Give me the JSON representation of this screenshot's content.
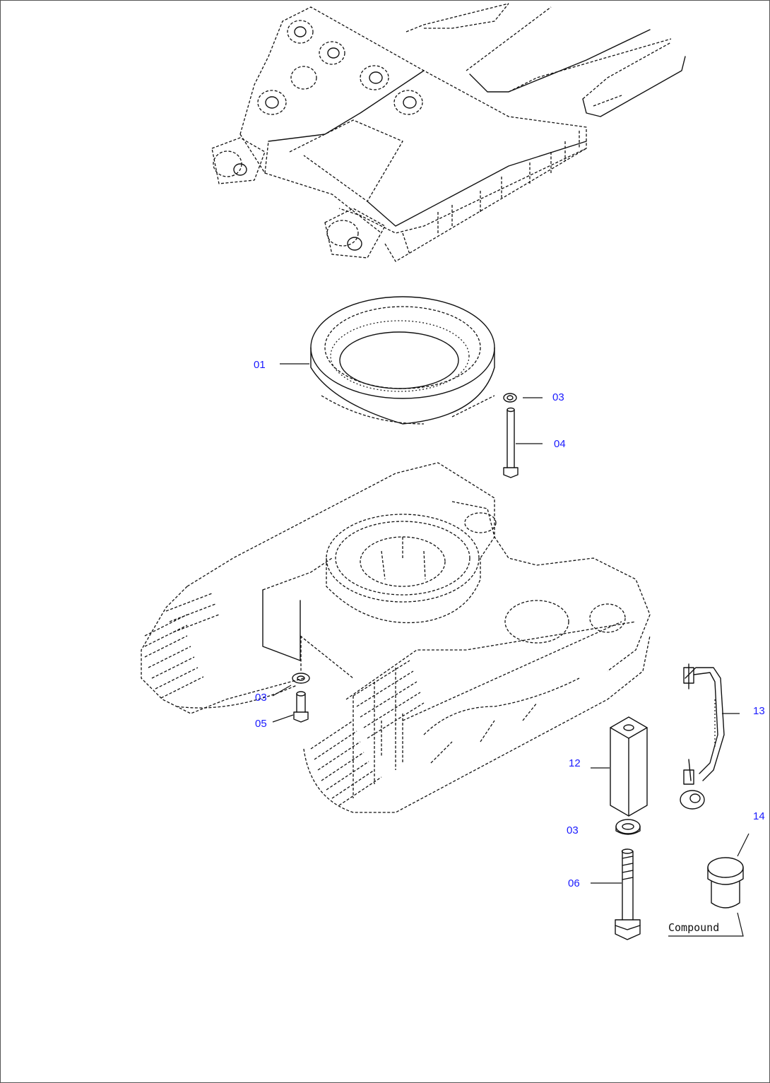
{
  "callouts": {
    "c01": "01",
    "c03a": "03",
    "c04": "04",
    "c03b": "03",
    "c05": "05",
    "c12": "12",
    "c13": "13",
    "c03c": "03",
    "c06": "06",
    "c14": "14"
  },
  "notes": {
    "compound": "Compound"
  },
  "colors": {
    "callout_text": "#1a1aff",
    "line_art": "#111111",
    "background": "#ffffff"
  }
}
